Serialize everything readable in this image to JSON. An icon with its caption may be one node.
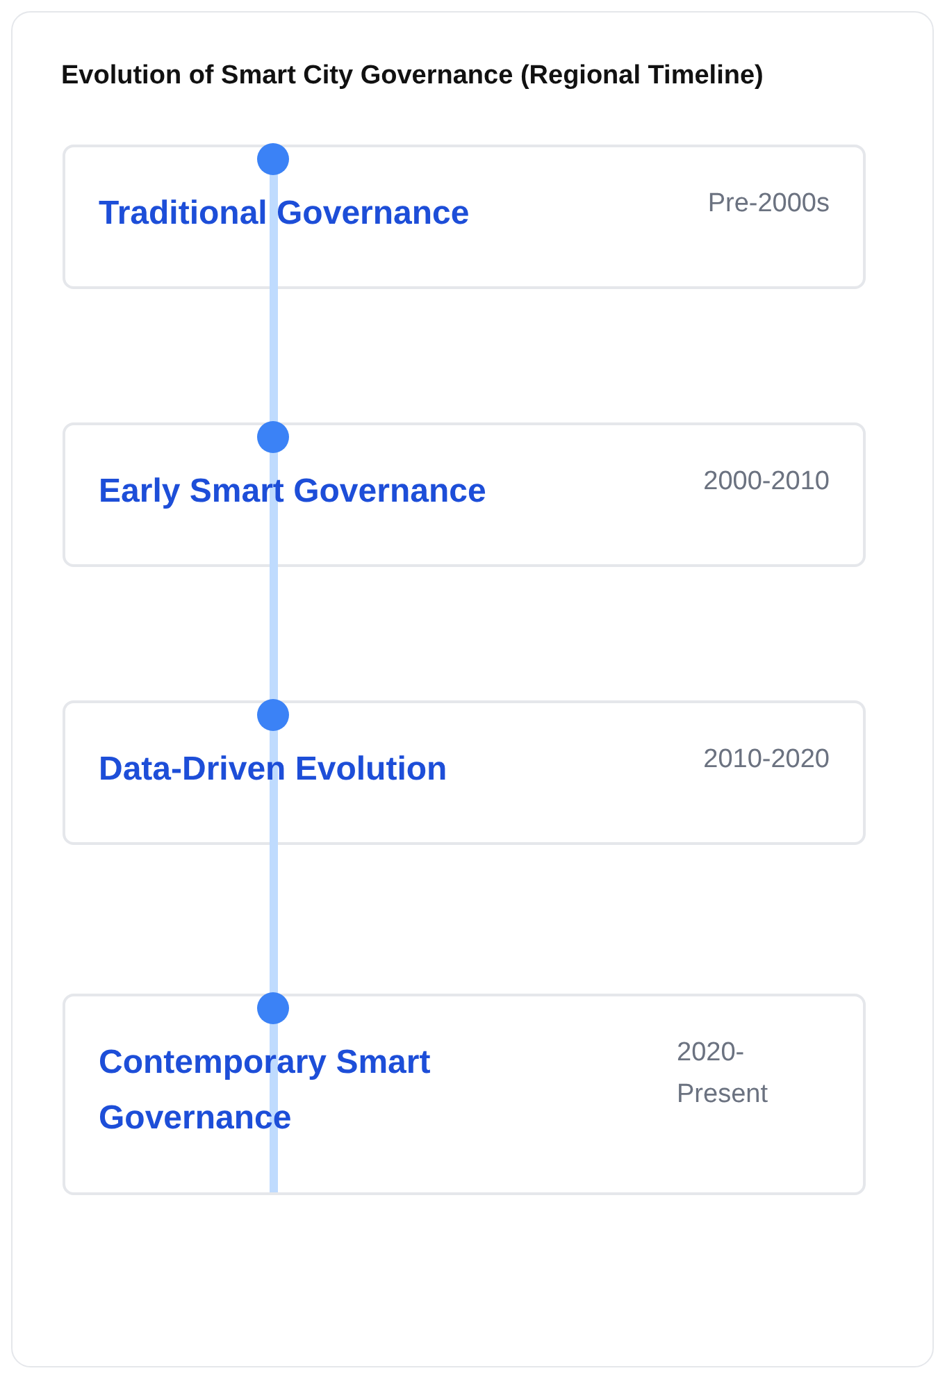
{
  "diagram": {
    "title": "Evolution of Smart City Governance (Regional Timeline)",
    "nodes": [
      {
        "text": [
          "Traditional Governance",
          "Pre-2000s"
        ]
      },
      {
        "text": [
          "Early Smart Governance",
          "2000-2010"
        ]
      },
      {
        "text": [
          "Data-Driven Evolution",
          "2010-2020"
        ]
      },
      {
        "text": [
          "Contemporary Smart Governance",
          "2020-Present"
        ]
      }
    ],
    "edges": []
  }
}
